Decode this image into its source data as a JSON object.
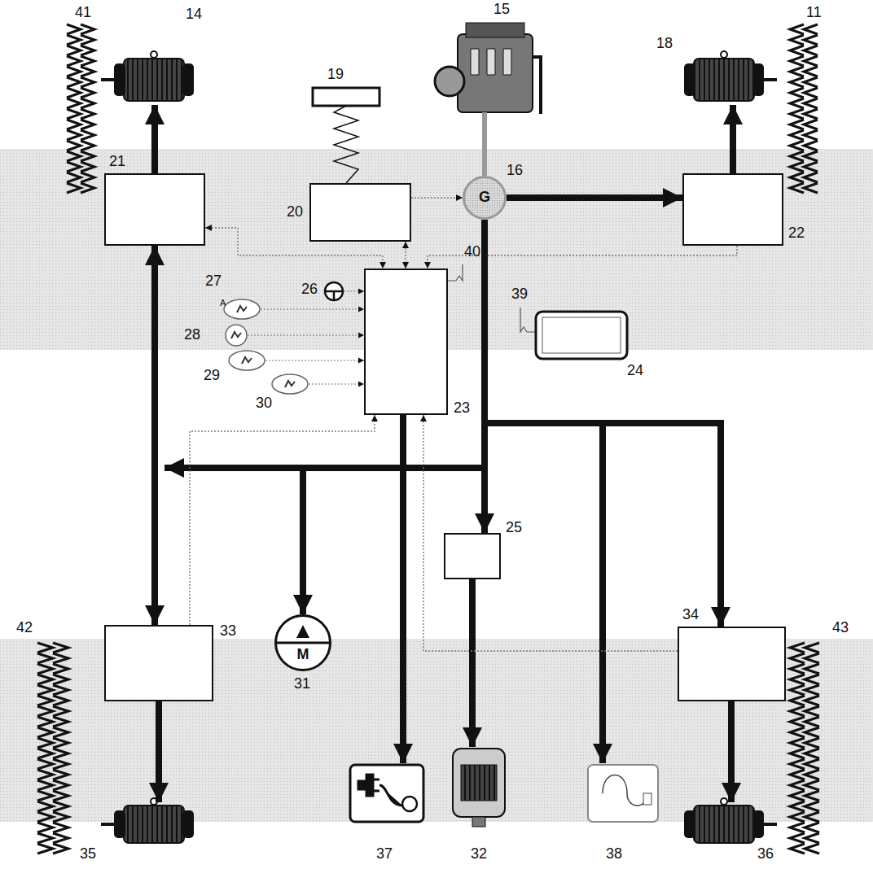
{
  "diagram": {
    "nodes": [
      {
        "text": [
          "20"
        ]
      },
      {
        "text": [
          "G",
          "16"
        ]
      },
      {
        "text": [
          "21"
        ]
      },
      {
        "text": [
          "22"
        ]
      },
      {
        "text": [
          "23"
        ]
      },
      {
        "text": [
          "25"
        ]
      },
      {
        "text": [
          "33"
        ]
      },
      {
        "text": [
          "34"
        ]
      },
      {
        "text": [
          "M",
          "31"
        ]
      }
    ],
    "edges": [
      {
        "from": 0,
        "to": 1,
        "arrow": "to"
      },
      {
        "from": 1,
        "to": 3,
        "arrow": "to"
      },
      {
        "from": 0,
        "to": 4,
        "arrow": "both"
      },
      {
        "from": 2,
        "to": 4,
        "arrow": "both"
      },
      {
        "from": 3,
        "to": 4,
        "arrow": "to"
      },
      {
        "from": 2,
        "to": 6,
        "arrow": "both"
      },
      {
        "from": 1,
        "to": 5,
        "arrow": "to"
      },
      {
        "from": 1,
        "to": 7,
        "arrow": "to"
      },
      {
        "from": 1,
        "to": 8,
        "arrow": "to"
      },
      {
        "from": 6,
        "to": 4,
        "arrow": "to"
      },
      {
        "from": 7,
        "to": 4,
        "arrow": "to"
      }
    ],
    "labels": [
      "41",
      "14",
      "19",
      "15",
      "18",
      "11",
      "26",
      "27",
      "A",
      "28",
      "29",
      "30",
      "40",
      "39",
      "24",
      "42",
      "35",
      "37",
      "32",
      "38",
      "36",
      "43"
    ]
  }
}
